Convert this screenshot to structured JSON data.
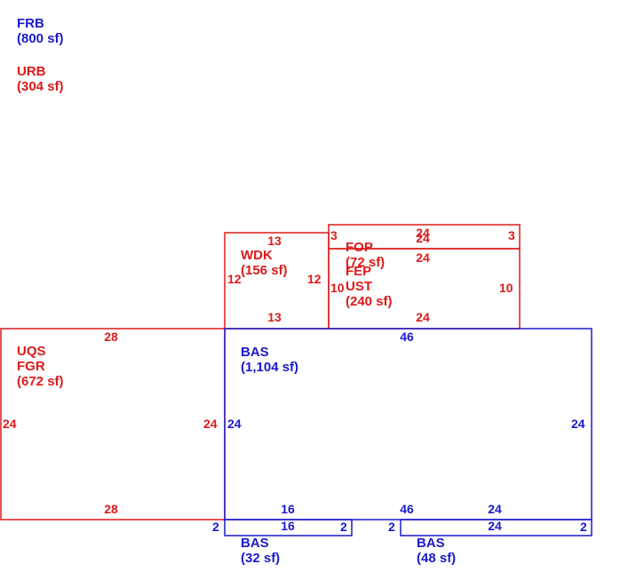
{
  "legend": [
    {
      "code": "FRB",
      "area": "(800 sf)"
    },
    {
      "code": "URB",
      "area": "(304 sf)"
    }
  ],
  "areas": {
    "bas_main": {
      "code": "BAS",
      "area": "(1,104 sf)"
    },
    "uqs": {
      "code1": "UQS",
      "code2": "FGR",
      "area": "(672 sf)"
    },
    "wdk": {
      "code": "WDK",
      "area": "(156 sf)"
    },
    "fop": {
      "code": "FOP",
      "area": "(72 sf)"
    },
    "fep": {
      "code1": "FEP",
      "code2": "UST",
      "area": "(240 sf)"
    },
    "bas_small_left": {
      "code": "BAS",
      "area": "(32 sf)"
    },
    "bas_small_right": {
      "code": "BAS",
      "area": "(48 sf)"
    }
  },
  "dimensions": {
    "uqs_top": "28",
    "uqs_bottom": "28",
    "uqs_left": "24",
    "uqs_right": "24",
    "bas_top": "46",
    "bas_left": "24",
    "bas_right": "24",
    "bas_bottom": "46",
    "bas_bottom_left": "16",
    "bas_bottom_right": "24",
    "wdk_top": "13",
    "wdk_bottom": "13",
    "wdk_left": "12",
    "wdk_right": "12",
    "fop_top": "24",
    "fop_bottom": "24",
    "fop_left": "3",
    "fop_right": "3",
    "fep_top": "24",
    "fep_bottom": "24",
    "fep_left": "10",
    "fep_right": "10",
    "bs1_top": "16",
    "bs1_left": "2",
    "bs1_right": "2",
    "bs2_top": "24",
    "bs2_left": "2",
    "bs2_right": "2"
  },
  "colors": {
    "living": "#1a1acc",
    "other": "#dd1a1a"
  }
}
